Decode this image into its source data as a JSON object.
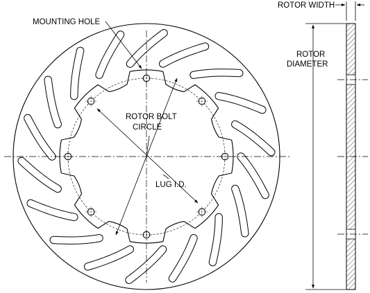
{
  "labels": {
    "mounting_hole": "MOUNTING HOLE",
    "rotor_bolt_circle_line1": "ROTOR BOLT",
    "rotor_bolt_circle_line2": "CIRCLE",
    "lug_id": "LUG I.D.",
    "rotor_width": "ROTOR WIDTH",
    "rotor_diameter_line1": "ROTOR",
    "rotor_diameter_line2": "DIAMETER"
  },
  "rotor": {
    "mounting_holes": 8,
    "slots": 18
  }
}
